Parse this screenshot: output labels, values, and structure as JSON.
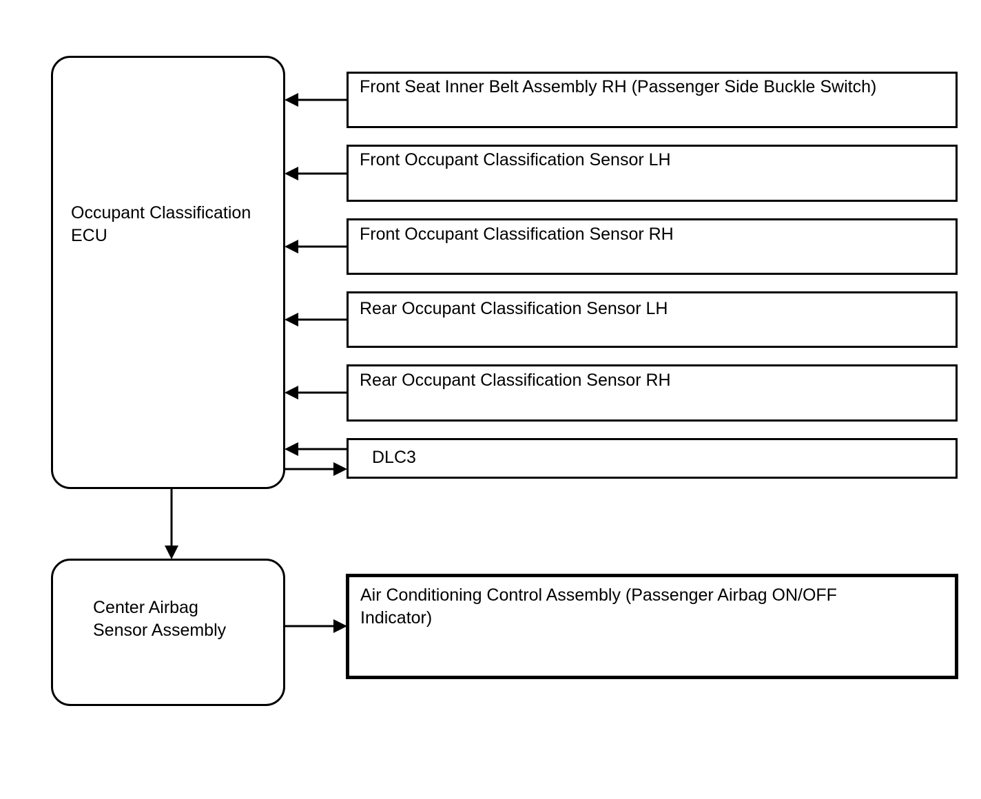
{
  "diagram": {
    "ecu": {
      "label": "Occupant Classification\nECU"
    },
    "center_airbag": {
      "label": "Center Airbag\nSensor Assembly"
    },
    "inputs": [
      {
        "label": "Front Seat Inner Belt Assembly RH (Passenger Side Buckle Switch)"
      },
      {
        "label": "Front Occupant Classification Sensor LH"
      },
      {
        "label": "Front Occupant Classification Sensor RH"
      },
      {
        "label": "Rear Occupant Classification Sensor LH"
      },
      {
        "label": "Rear Occupant Classification Sensor RH"
      }
    ],
    "dlc3": {
      "label": "DLC3"
    },
    "ac_control": {
      "label": "Air Conditioning Control Assembly (Passenger Airbag ON/OFF\nIndicator)"
    }
  }
}
